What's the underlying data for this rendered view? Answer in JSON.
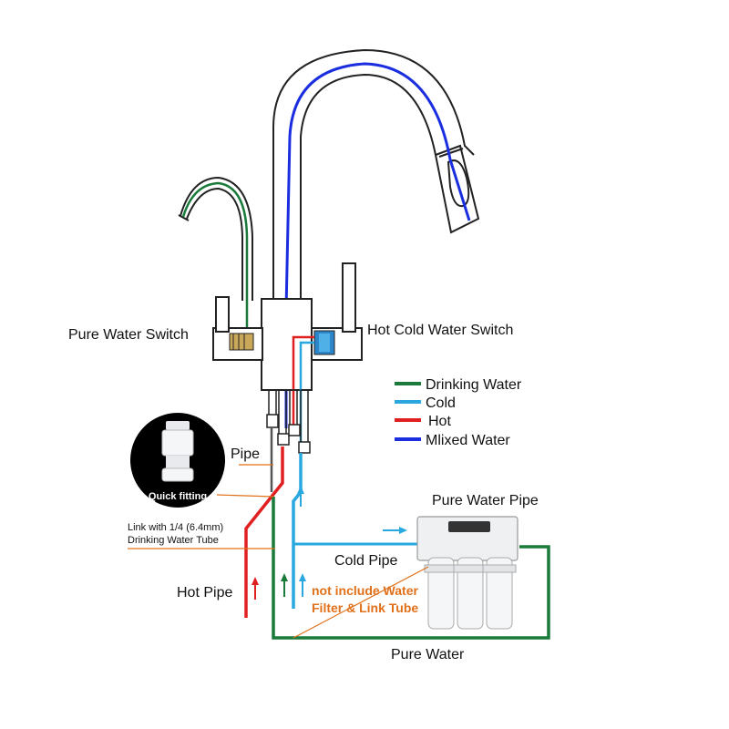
{
  "colors": {
    "drinking": "#1a7a3a",
    "cold": "#29a8e0",
    "hot": "#e02020",
    "mixed": "#1a2ee0",
    "annotation": "#e0701a",
    "outline": "#222222"
  },
  "labels": {
    "pure_water_switch": "Pure Water Switch",
    "hot_cold_switch": "Hot Cold Water Switch",
    "pipe": "Pipe",
    "quick_fitting": "Quick fitting",
    "link_line1": "Link with 1/4 (6.4mm)",
    "link_line2": "Drinking Water Tube",
    "hot_pipe": "Hot Pipe",
    "cold_pipe": "Cold Pipe",
    "pure_water_pipe": "Pure Water Pipe",
    "pure_water": "Pure Water",
    "note_line1": "not include Water",
    "note_line2": "Filter & Link Tube"
  },
  "legend": [
    {
      "label": "Drinking Water",
      "color": "#1a7a3a"
    },
    {
      "label": "Cold",
      "color": "#29a8e0"
    },
    {
      "label": "Hot",
      "color": "#e02020"
    },
    {
      "label": "Mlixed Water",
      "color": "#1a2ee0"
    }
  ]
}
